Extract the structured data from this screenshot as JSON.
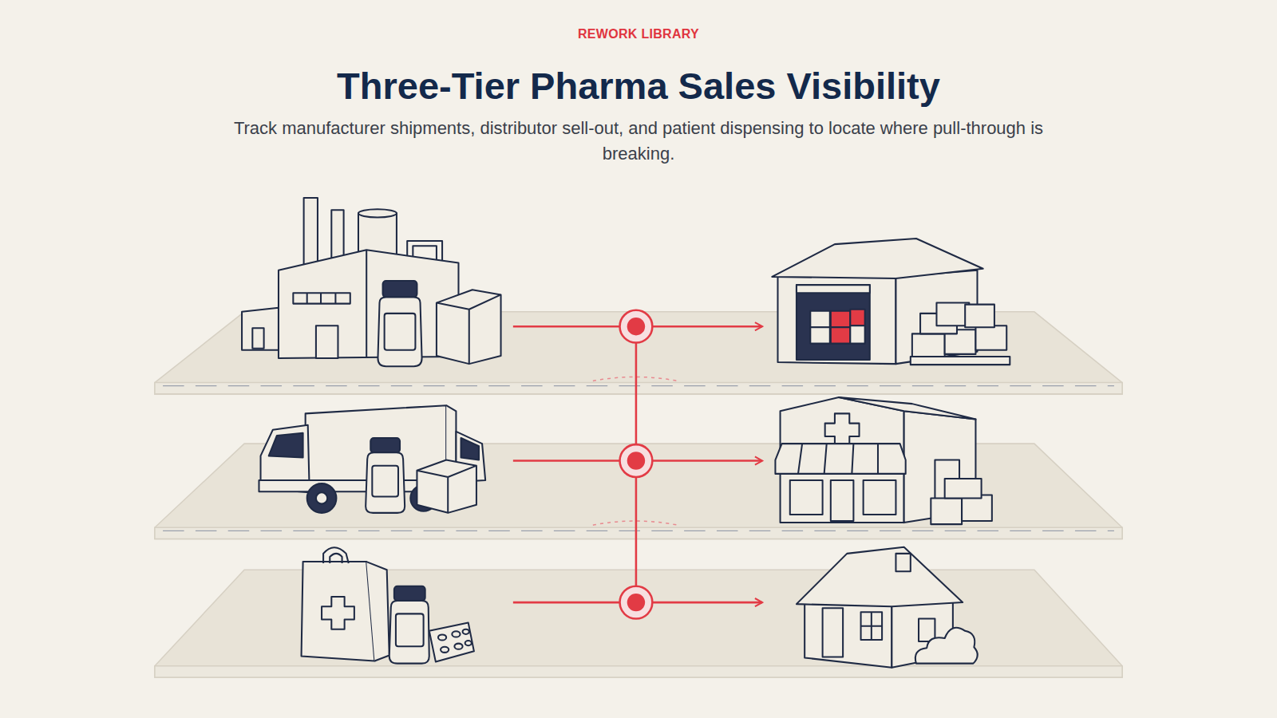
{
  "diagram": {
    "title": "Three-Tier Pharma Sales Visibility",
    "caption": "Track manufacturer shipments, distributor sell-out, and patient dispensing to locate where pull-through is breaking.",
    "labels": [
      "REWORK LIBRARY"
    ]
  }
}
